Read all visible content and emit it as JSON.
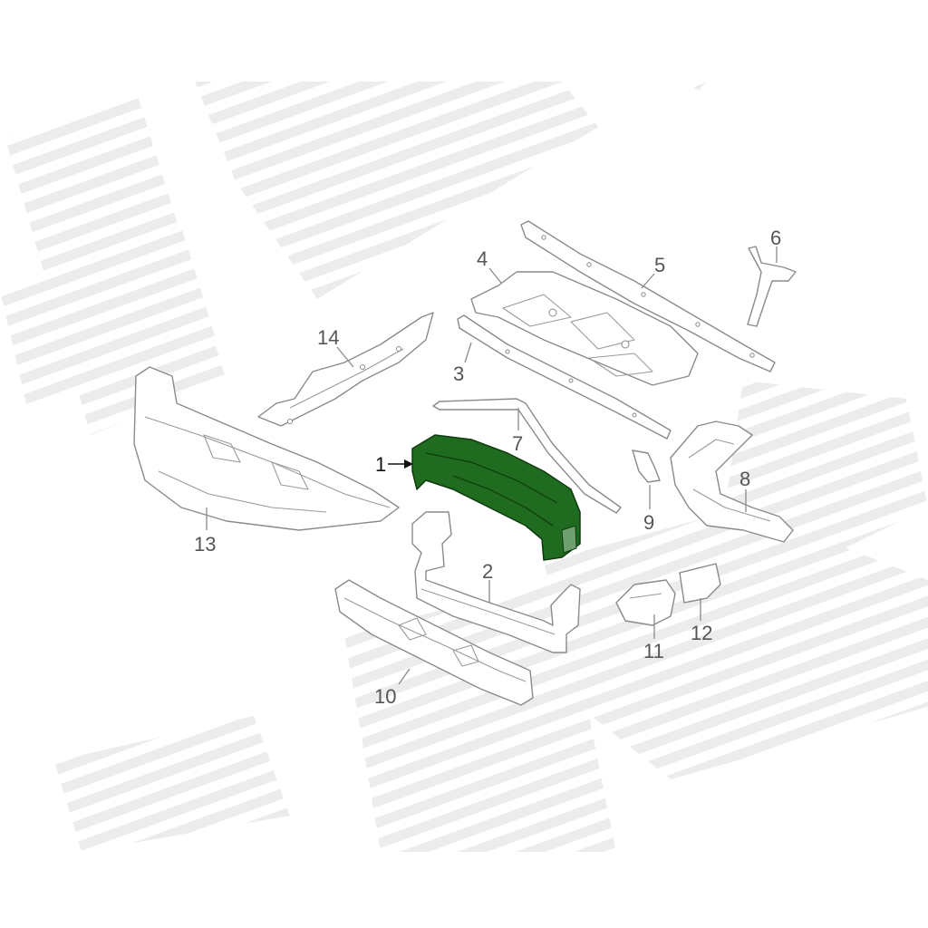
{
  "diagram": {
    "highlight_color": "#1f6b1f",
    "line_color": "#8a8a8a",
    "highlighted_part": "1",
    "callouts": [
      {
        "id": "p1",
        "text": "1"
      },
      {
        "id": "p2",
        "text": "2"
      },
      {
        "id": "p3",
        "text": "3"
      },
      {
        "id": "p4",
        "text": "4"
      },
      {
        "id": "p5",
        "text": "5"
      },
      {
        "id": "p6",
        "text": "6"
      },
      {
        "id": "p7",
        "text": "7"
      },
      {
        "id": "p8",
        "text": "8"
      },
      {
        "id": "p9",
        "text": "9"
      },
      {
        "id": "p10",
        "text": "10"
      },
      {
        "id": "p11",
        "text": "11"
      },
      {
        "id": "p12",
        "text": "12"
      },
      {
        "id": "p13",
        "text": "13"
      },
      {
        "id": "p14",
        "text": "14"
      }
    ]
  }
}
